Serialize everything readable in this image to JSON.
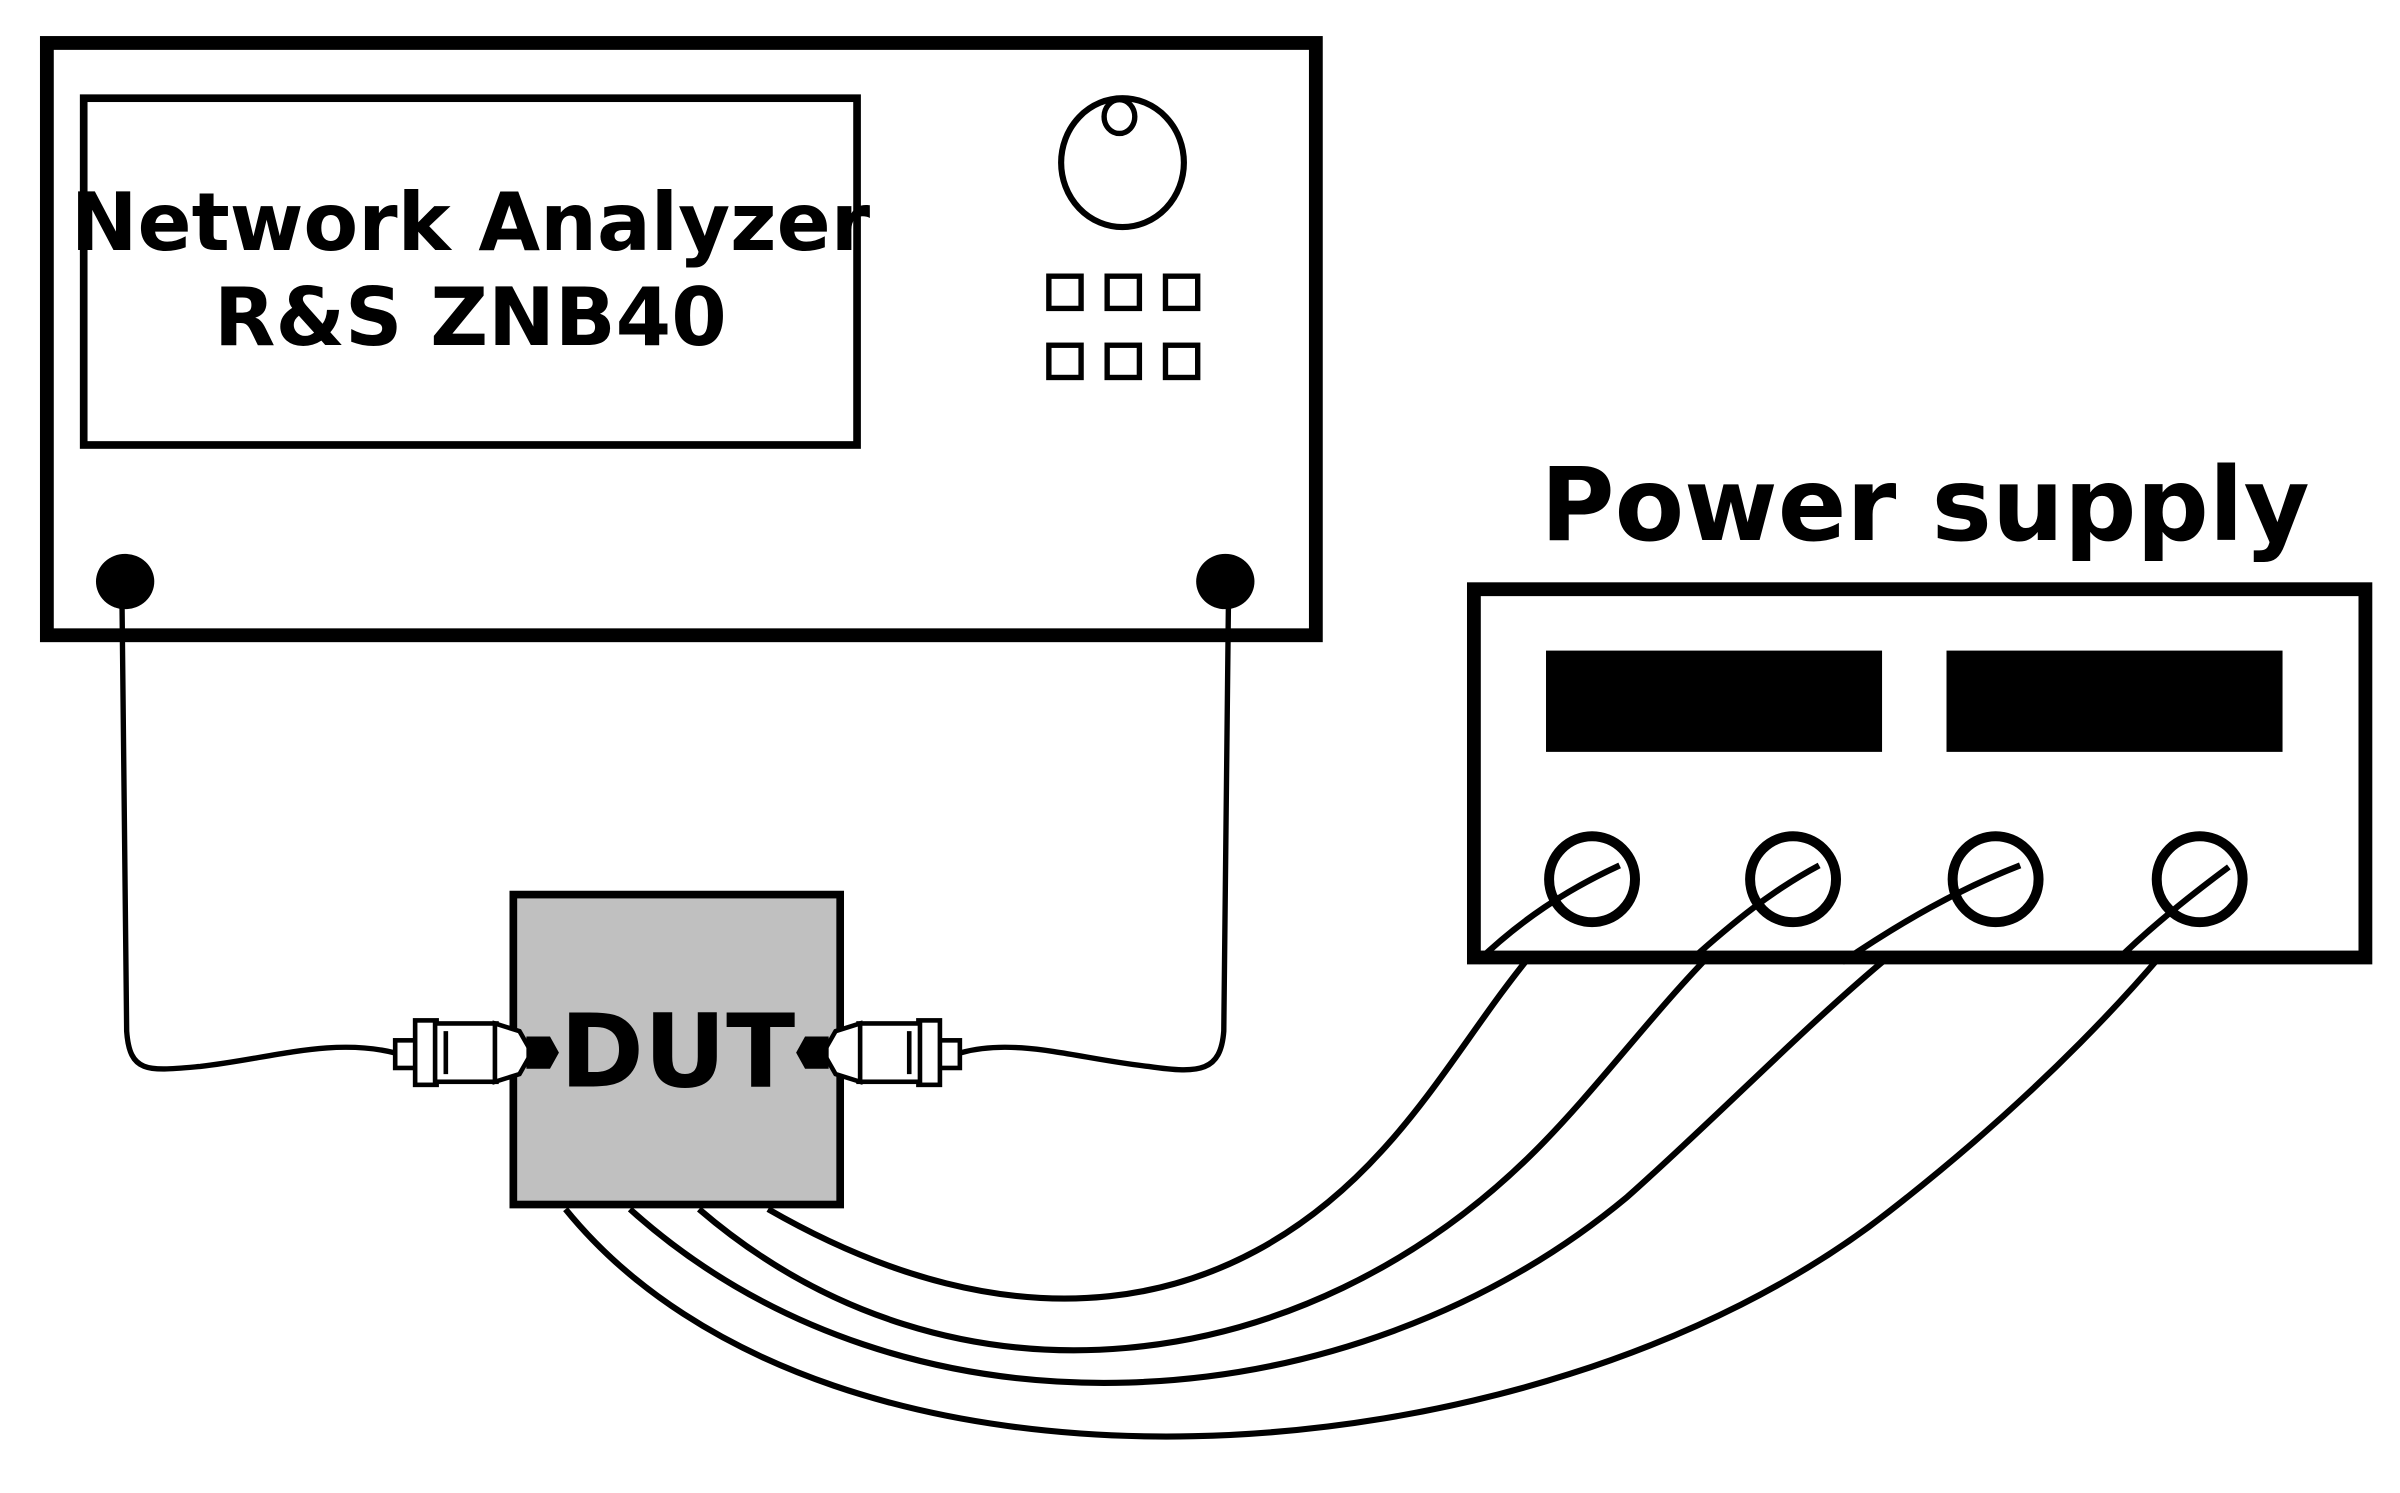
{
  "analyzer": {
    "title_line1": "Network Analyzer",
    "title_line2": "R&S ZNB40"
  },
  "power_supply": {
    "title": "Power supply"
  },
  "dut": {
    "label": "DUT"
  },
  "colors": {
    "stroke": "#000000",
    "dut_fill": "#c0c0c0",
    "background": "#ffffff"
  }
}
